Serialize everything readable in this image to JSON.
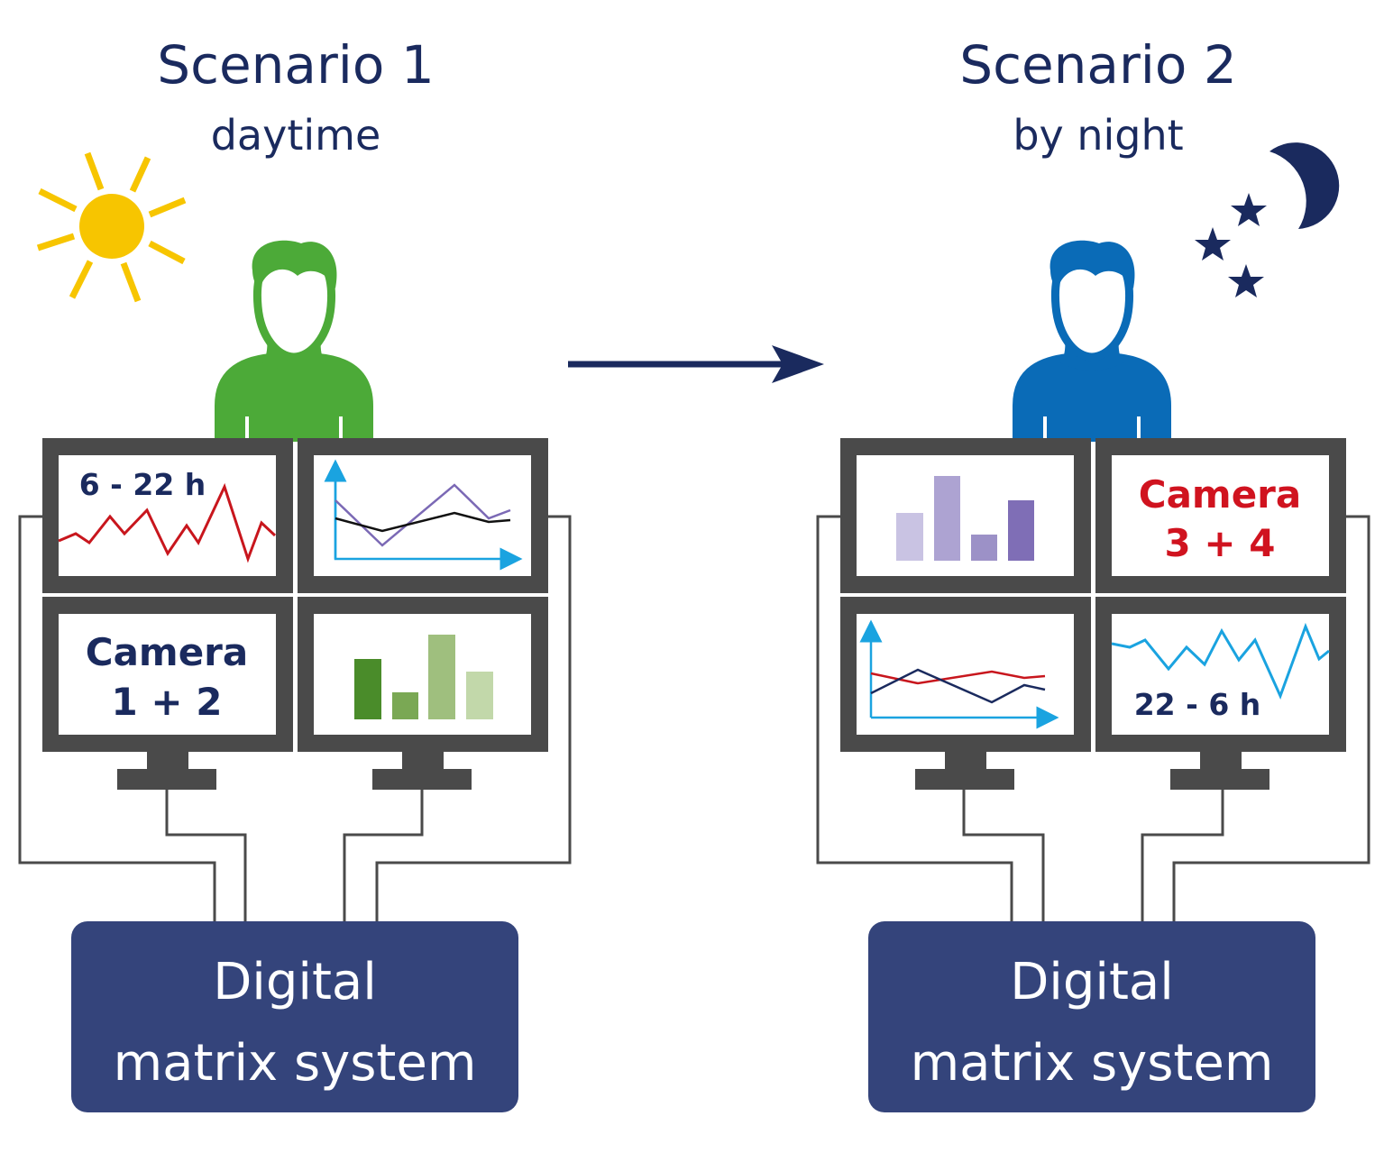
{
  "scenario1": {
    "title": "Scenario 1",
    "subtitle": "daytime",
    "person_color": "#4caa38",
    "time_label": "6 - 22 h",
    "camera_label": "Camera",
    "camera_numbers": "1 + 2",
    "box_line1": "Digital",
    "box_line2": "matrix system"
  },
  "scenario2": {
    "title": "Scenario 2",
    "subtitle": "by night",
    "person_color": "#0a6bb7",
    "time_label": "22 - 6 h",
    "camera_label": "Camera",
    "camera_numbers": "3 + 4",
    "box_line1": "Digital",
    "box_line2": "matrix system"
  },
  "colors": {
    "navy": "#1a2a5e",
    "box": "#34447b",
    "monitor": "#4a4a4a",
    "sun": "#f7c500",
    "red_text": "#d0131f",
    "line_red": "#c8161d",
    "line_blue": "#1aa3e0"
  },
  "icons": [
    "sun-icon",
    "moon-icon",
    "star-icon",
    "person-icon",
    "monitor-icon",
    "arrow-icon"
  ]
}
